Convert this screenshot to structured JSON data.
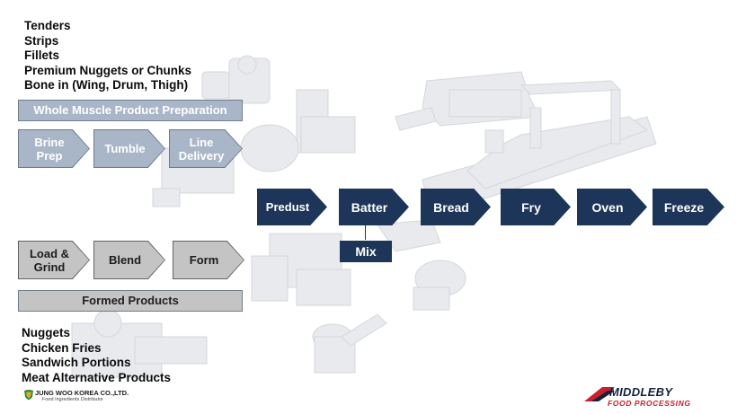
{
  "whole_muscle": {
    "products": [
      "Tenders",
      "Strips",
      "Fillets",
      "Premium Nuggets or Chunks",
      "Bone in (Wing, Drum, Thigh)"
    ],
    "banner": "Whole Muscle Product Preparation",
    "steps": [
      "Brine Prep",
      "Tumble",
      "Line Delivery"
    ]
  },
  "formed": {
    "steps": [
      "Load & Grind",
      "Blend",
      "Form"
    ],
    "banner": "Formed Products",
    "products": [
      "Nuggets",
      "Chicken Fries",
      "Sandwich Portions",
      "Meat Alternative Products"
    ]
  },
  "main_line": {
    "steps": [
      "Predust",
      "Batter",
      "Bread",
      "Fry",
      "Oven",
      "Freeze"
    ],
    "sub_step": "Mix"
  },
  "logos": {
    "jungwoo_name": "JUNG WOO KOREA CO.,LTD.",
    "jungwoo_sub": "Food Ingredients Distributor",
    "middleby_name": "MIDDLEBY",
    "middleby_sub": "FOOD PROCESSING"
  },
  "colors": {
    "dark_navy": "#1d3558",
    "light_steel": "#a9b6c8",
    "gray": "#c4c4c4",
    "brand_red": "#c8202f"
  }
}
